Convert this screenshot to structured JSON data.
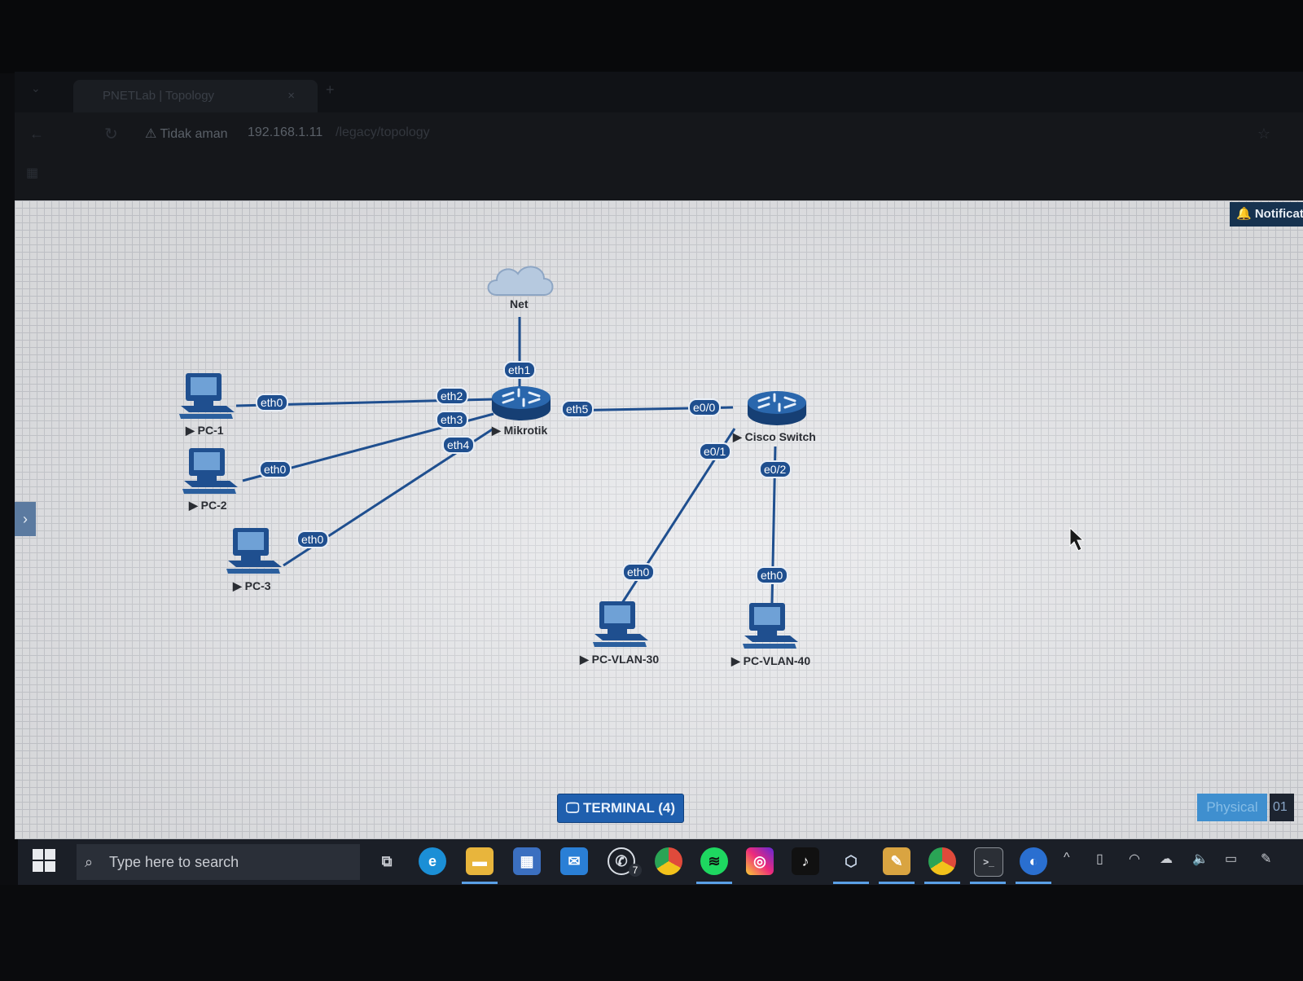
{
  "browser": {
    "tab_title": "PNETLab | Topology",
    "tab_close": "×",
    "tab_menu": "⌄",
    "new_tab": "+",
    "back": "←",
    "reload": "↻",
    "security_label": "⚠ Tidak aman",
    "url_host": "192.168.1.11",
    "url_path": "/legacy/topology",
    "star": "☆"
  },
  "canvas": {
    "notifications_label": "🔔 Notificat",
    "side_toggle": "›",
    "terminal_button": "🖵 TERMINAL (4)",
    "physical_button": "Physical",
    "physical_extra": "01"
  },
  "topology": {
    "nodes": {
      "net": "Net",
      "mikrotik": "▶ Mikrotik",
      "cisco_switch": "▶ Cisco Switch",
      "pc1": "▶ PC-1",
      "pc2": "▶ PC-2",
      "pc3": "▶ PC-3",
      "pc_vlan30": "▶ PC-VLAN-30",
      "pc_vlan40": "▶ PC-VLAN-40"
    },
    "ports": {
      "mk_eth1": "eth1",
      "mk_eth2": "eth2",
      "mk_eth3": "eth3",
      "mk_eth4": "eth4",
      "mk_eth5": "eth5",
      "pc1_eth0": "eth0",
      "pc2_eth0": "eth0",
      "pc3_eth0": "eth0",
      "sw_e00": "e0/0",
      "sw_e01": "e0/1",
      "sw_e02": "e0/2",
      "v30_eth0": "eth0",
      "v40_eth0": "eth0"
    },
    "link_color": "#1f4f8f"
  },
  "taskbar": {
    "search_placeholder": "Type here to search",
    "search_icon": "⌕",
    "task_view": "⧉",
    "whatsapp_badge": "7",
    "tray_chevron": "^",
    "icons": [
      "edge-icon",
      "file-explorer-icon",
      "store-icon",
      "mail-icon",
      "whatsapp-icon",
      "chrome-icon",
      "spotify-icon",
      "instagram-icon",
      "tiktok-icon",
      "virtualbox-icon",
      "tool-icon",
      "chrome-profile-icon",
      "terminal-icon",
      "browser-icon"
    ]
  }
}
